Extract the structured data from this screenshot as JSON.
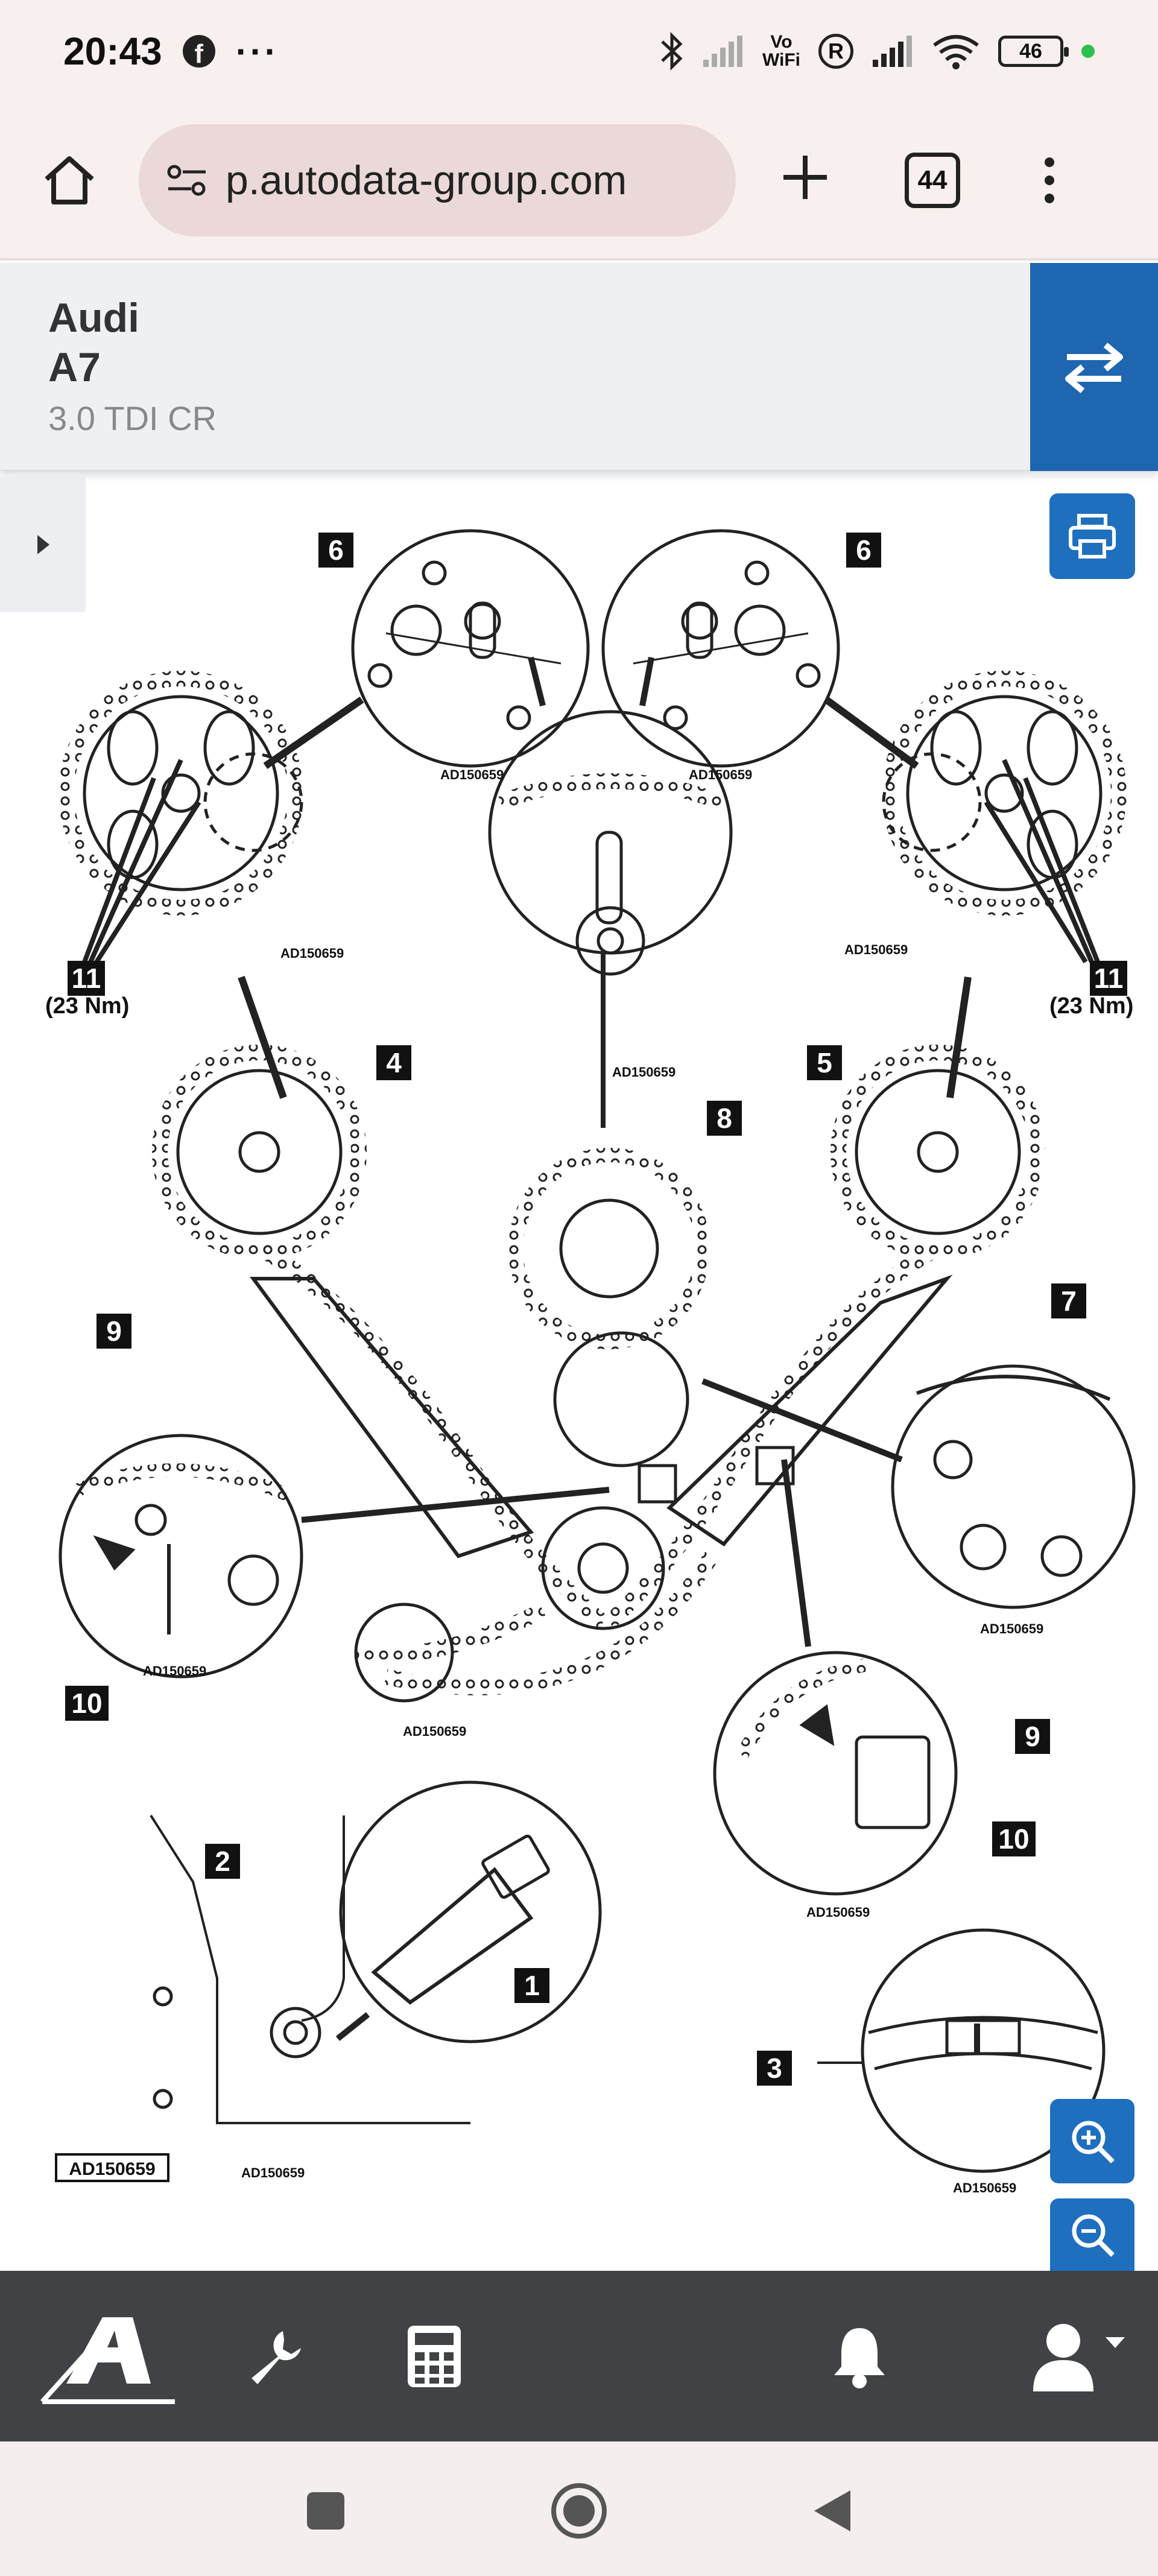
{
  "status_bar": {
    "time": "20:43",
    "facebook_glyph": "f",
    "more_dots": "···",
    "vowifi": "Vo\nWiFi",
    "roaming": "R",
    "battery": "46"
  },
  "browser": {
    "url": "p.autodata-group.com",
    "tab_count": "44"
  },
  "vehicle": {
    "make": "Audi",
    "model": "A7",
    "engine": "3.0 TDI CR"
  },
  "diagram": {
    "ref_code": "AD150659",
    "ref_code_boxed": "AD150659",
    "torque": "(23 Nm)",
    "callouts": {
      "c1": "1",
      "c2": "2",
      "c3": "3",
      "c4": "4",
      "c5": "5",
      "c6": "6",
      "c7": "7",
      "c8": "8",
      "c9": "9",
      "c10": "10",
      "c11": "11"
    }
  },
  "icons": {
    "home": "home-icon",
    "tune": "tune-icon",
    "plus": "plus-icon",
    "menu": "more-vert-icon",
    "swap": "swap-icon",
    "print": "print-icon",
    "zoom_in": "zoom-in-icon",
    "zoom_out": "zoom-out-icon",
    "logo": "autodata-logo",
    "wrench": "wrench-icon",
    "calculator": "calculator-icon",
    "bell": "bell-icon",
    "user": "user-icon"
  },
  "colors": {
    "accent_blue": "#1f66b1",
    "nav_dark": "#404246",
    "browser_bg": "#f8f0ee",
    "url_pill": "#ead9d8"
  }
}
